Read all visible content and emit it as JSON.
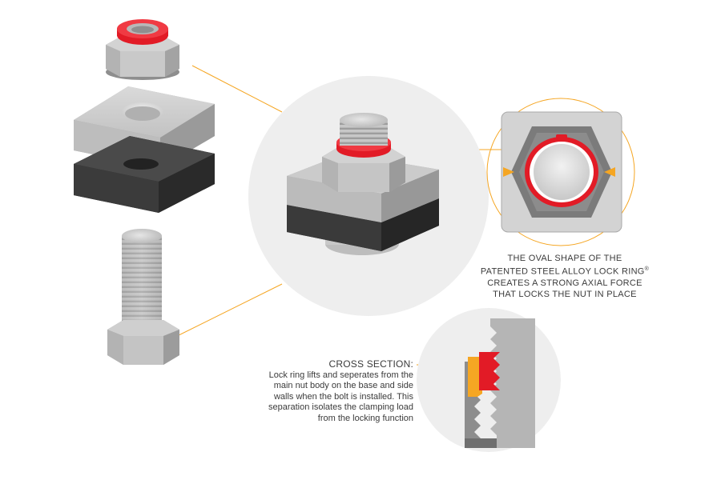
{
  "colors": {
    "accent_red": "#e21b26",
    "leader_orange": "#f5a623",
    "steel_light": "#c9c9c9",
    "steel_mid": "#a9a9a9",
    "rubber_dark": "#3a3a3a",
    "circle_bg": "#eeeeee"
  },
  "oval_caption": {
    "line1": "THE OVAL SHAPE OF THE",
    "line2": "PATENTED STEEL ALLOY LOCK RING",
    "line2_mark": "®",
    "line3": "CREATES A STRONG AXIAL FORCE",
    "line4": "THAT LOCKS THE NUT IN PLACE"
  },
  "cross_section": {
    "heading": "CROSS SECTION:",
    "lines": [
      "Lock ring lifts and seperates from the",
      "main nut body on the base and side",
      "walls when the bolt is installed. This",
      "separation isolates the clamping load",
      "from the locking function"
    ]
  },
  "icons": [
    "lock-nut-icon",
    "steel-washer-icon",
    "rubber-pad-icon",
    "hex-bolt-icon",
    "assembled-fastener-icon",
    "oval-lock-ring-icon",
    "cross-section-icon"
  ]
}
